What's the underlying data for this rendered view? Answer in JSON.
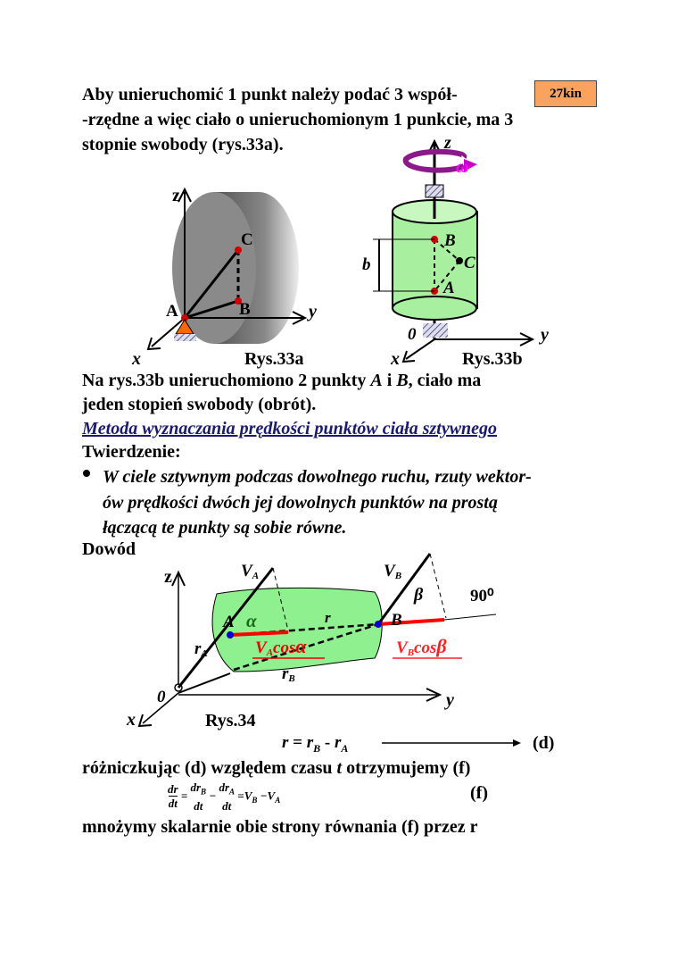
{
  "badge": "27kin",
  "intro": [
    "Aby unieruchomić 1 punkt należy podać 3 współ-",
    "-rzędne a więc ciało o unieruchomionym 1 punkcie, ma 3",
    "stopnie swobody (rys.33a)."
  ],
  "fig33a": {
    "caption": "Rys.33a",
    "z": "z",
    "y": "y",
    "x": "x",
    "A": "A",
    "B": "B",
    "C": "C"
  },
  "fig33b": {
    "caption": "Rys.33b",
    "z": "z",
    "y": "y",
    "x": "x",
    "o": "0",
    "A": "A",
    "B": "B",
    "C": "C",
    "b": "b",
    "omega": "ω"
  },
  "para2": {
    "line1_pre": "Na rys.33b unieruchomiono 2 punkty ",
    "A": "A",
    "and": " i ",
    "B": "B",
    "line1_post": ", ciało ma",
    "line2": "jeden stopień swobody (obrót)."
  },
  "method_link": "Metoda wyznaczania prędkości punktów ciała sztywnego",
  "theorem_label": "Twierdzenie:",
  "theorem": [
    "W ciele sztywnym podczas dowolnego ruchu, rzuty wektor-",
    "ów prędkości dwóch jej dowolnych punktów na prostą",
    "łączącą te punkty są sobie równe."
  ],
  "proof_label": "Dowód",
  "fig34": {
    "caption": "Rys.34",
    "z": "z",
    "y": "y",
    "x": "x",
    "o": "0",
    "A": "A",
    "B": "B",
    "alpha": "α",
    "beta": "β",
    "angle90": "90⁰",
    "VA": "V",
    "VA_sub": "A",
    "VB": "V",
    "VB_sub": "B",
    "rA": "r",
    "rA_sub": "A",
    "rB": "r",
    "rB_sub": "B",
    "r": "r",
    "VAcos": "V",
    "VAcos_sub": "A",
    "VAcos_rest": "cos",
    "VAcos_greek": "α",
    "VBcos": "V",
    "VBcos_sub": "B",
    "VBcos_rest": "cos",
    "VBcos_greek": "β"
  },
  "eq_d": {
    "lhs": "r",
    "eq": " = ",
    "rB": "r",
    "rB_sub": "B",
    "minus": " - ",
    "rA": "r",
    "rA_sub": "A",
    "tag": "(d)"
  },
  "line_diff": {
    "pre": "różniczkując (d) względem czasu ",
    "t": "t",
    "post": " otrzymujemy (f)"
  },
  "eq_f": {
    "dr": "dr",
    "dt": "dt",
    "drB": "dr",
    "drB_sub": "B",
    "drA": "dr",
    "drA_sub": "A",
    "rhs": "=V",
    "rhs_b": "B",
    "rhs_m": " −V",
    "rhs_a": "A",
    "tag": "(f)"
  },
  "last_line": "mnożymy skalarnie obie strony równania (f) przez r"
}
